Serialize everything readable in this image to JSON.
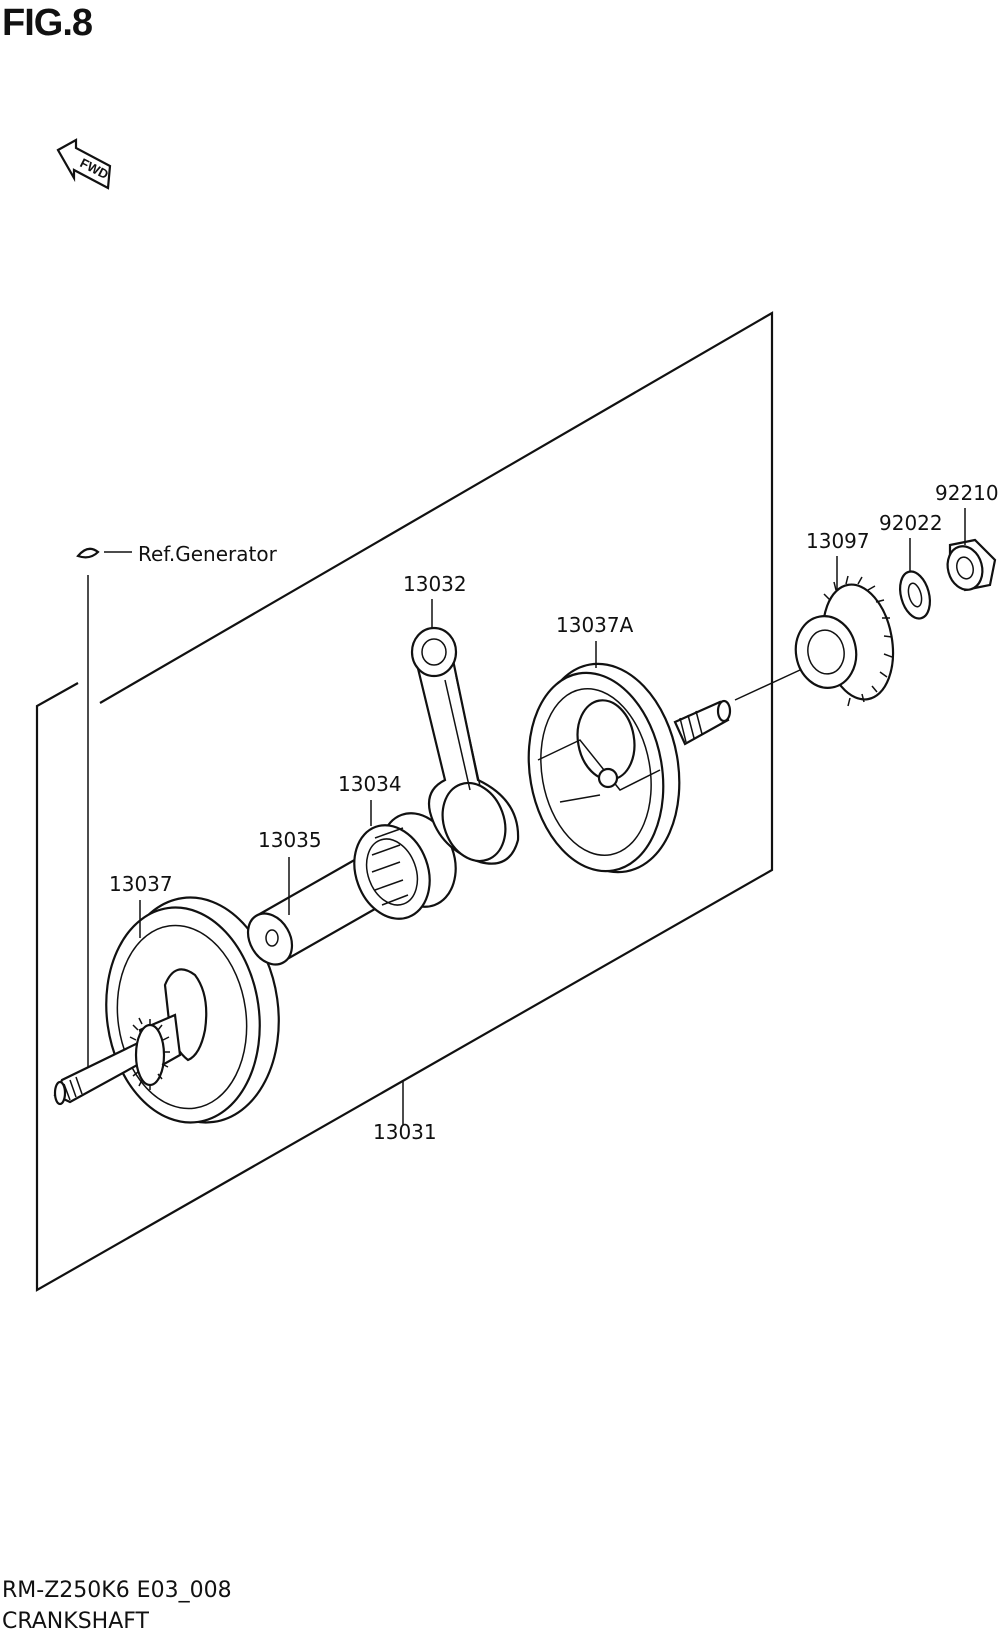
{
  "figure": {
    "title": "FIG.8",
    "direction_marker": "FWD"
  },
  "callouts": {
    "ref_generator": "Ref.Generator",
    "p13031": "13031",
    "p13032": "13032",
    "p13034": "13034",
    "p13035": "13035",
    "p13037": "13037",
    "p13037a": "13037A",
    "p13097": "13097",
    "p92022": "92022",
    "p92210": "92210"
  },
  "footer": {
    "model_code": "RM-Z250K6 E03_008",
    "section_name": "CRANKSHAFT"
  }
}
